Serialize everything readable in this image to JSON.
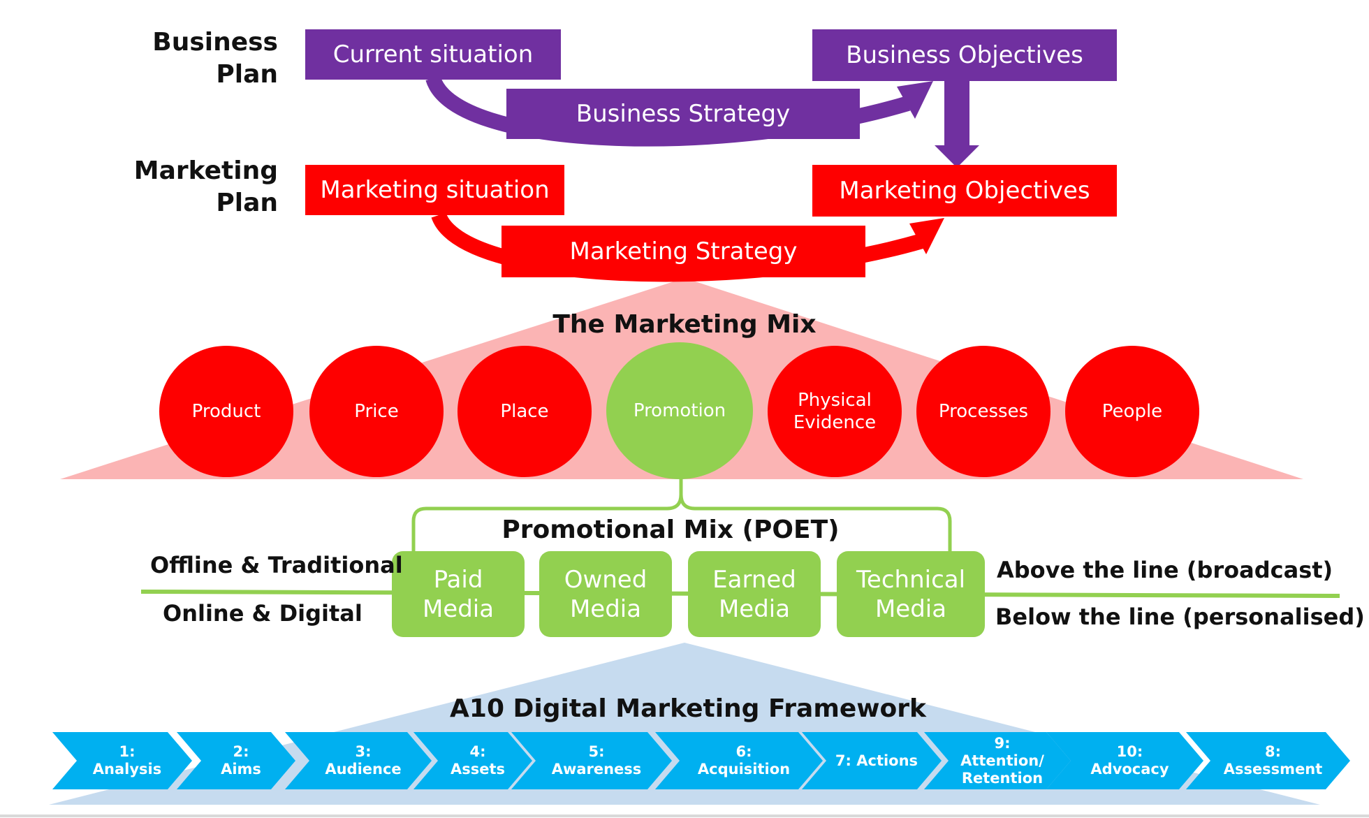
{
  "business_plan": {
    "label": "Business\nPlan",
    "current_situation": "Current situation",
    "strategy": "Business Strategy",
    "objectives": "Business Objectives"
  },
  "marketing_plan": {
    "label": "Marketing\nPlan",
    "situation": "Marketing situation",
    "strategy": "Marketing Strategy",
    "objectives": "Marketing Objectives"
  },
  "marketing_mix": {
    "title": "The Marketing Mix",
    "items": [
      "Product",
      "Price",
      "Place",
      "Promotion",
      "Physical\nEvidence",
      "Processes",
      "People"
    ]
  },
  "promotional_mix": {
    "title": "Promotional Mix (POET)",
    "media": [
      "Paid\nMedia",
      "Owned\nMedia",
      "Earned\nMedia",
      "Technical\nMedia"
    ],
    "left_top": "Offline & Traditional",
    "left_bottom": "Online & Digital",
    "right_top": "Above the line (broadcast)",
    "right_bottom": "Below the line (personalised)"
  },
  "framework": {
    "title": "A10 Digital Marketing Framework",
    "steps": [
      "1:\nAnalysis",
      "2:\nAims",
      "3:\nAudience",
      "4:\nAssets",
      "5:\nAwareness",
      "6:\nAcquisition",
      "7: Actions",
      "9:\nAttention/\nRetention",
      "10:\nAdvocacy",
      "8:\nAssessment"
    ]
  },
  "colors": {
    "purple": "#7030a0",
    "red": "#fe0000",
    "pink_triangle": "#fbb4b4",
    "green": "#92d050",
    "blue_step": "#00b0f0",
    "light_blue_triangle": "#c6dbef"
  }
}
